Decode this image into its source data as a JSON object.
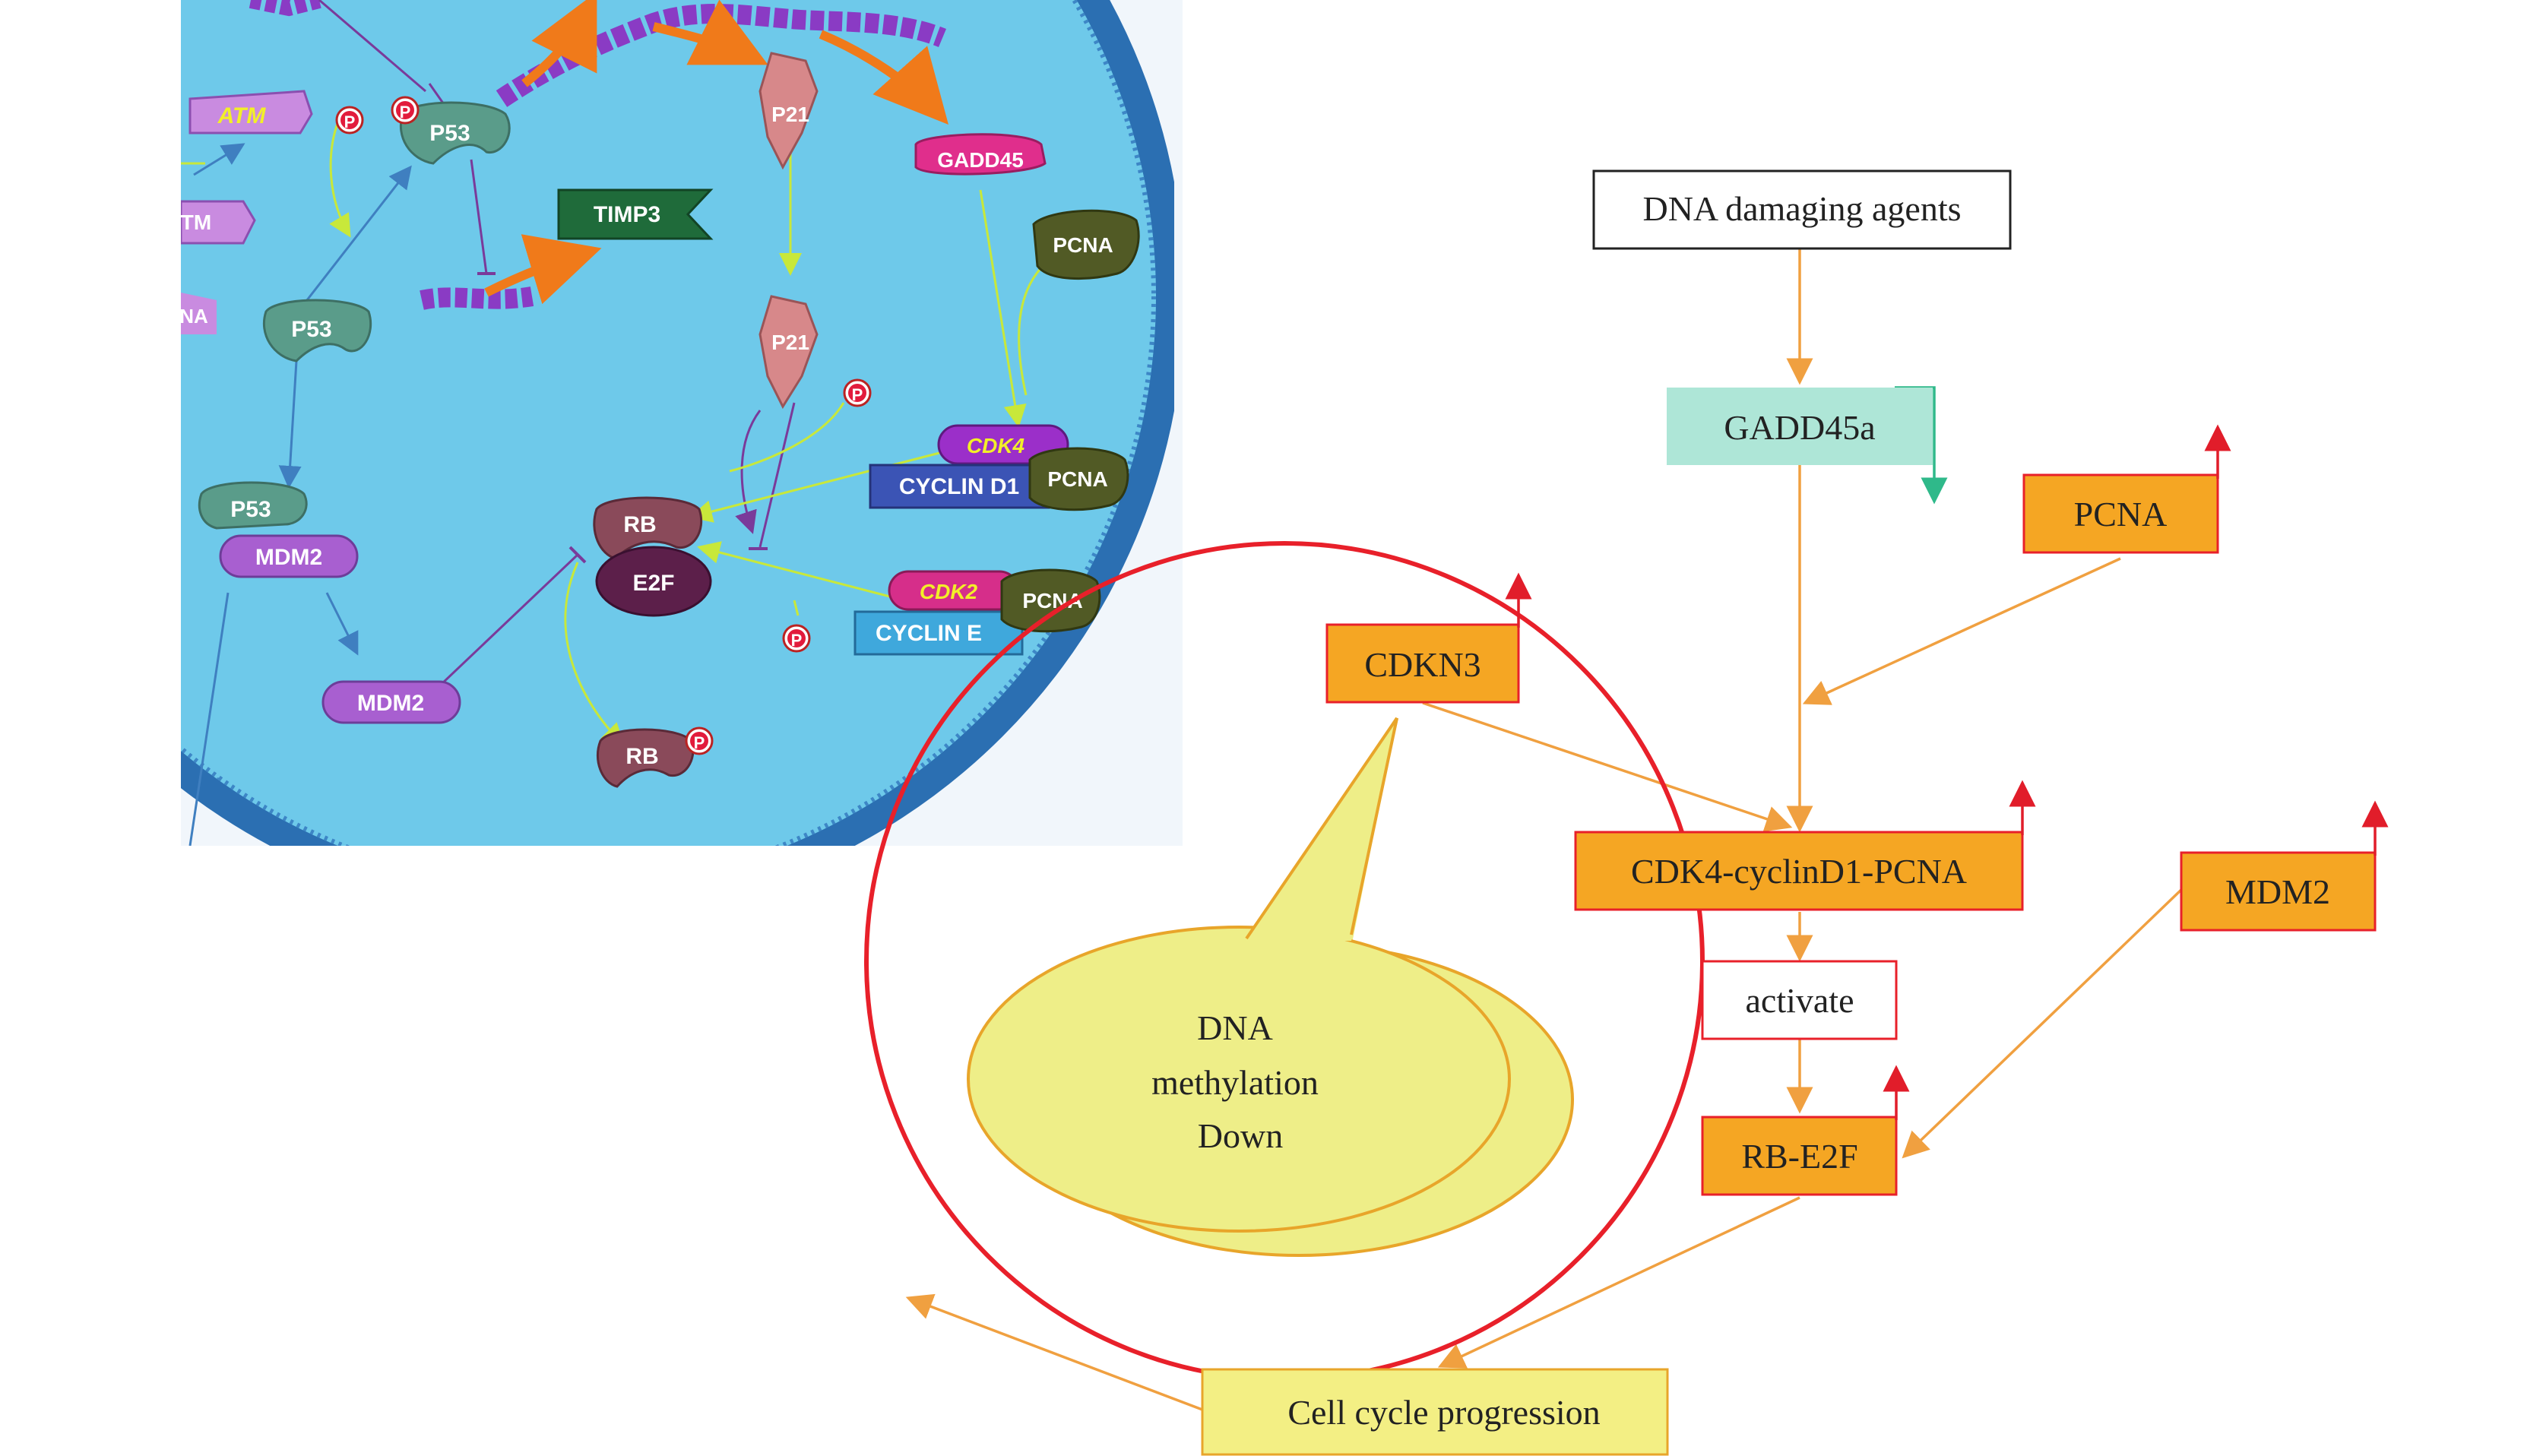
{
  "colors": {
    "cell_fill": "#6ec9ea",
    "cell_membrane": "#2b6fb2",
    "orange_box": "#f5a623",
    "red_border": "#e8202a",
    "mint_box": "#aee6d7",
    "yellow_box": "#f3ef84",
    "yellow_bubble": "#eeee88",
    "arrow_orange": "#f0a040",
    "arrow_green": "#2fb98a",
    "arrow_red": "#e11d2a"
  },
  "pathway_image": {
    "labels": {
      "atm_1": "ATM",
      "atm_2": "TM",
      "na": "NA",
      "p53_1": "P53",
      "p53_2": "P53",
      "p53_3": "P53",
      "mdm2_1": "MDM2",
      "mdm2_2": "MDM2",
      "timp3": "TIMP3",
      "p21_1": "P21",
      "p21_2": "P21",
      "gadd45": "GADD45",
      "pcna_1": "PCNA",
      "pcna_2": "PCNA",
      "pcna_3": "PCNA",
      "cdk4": "CDK4",
      "cyclin_d1": "CYCLIN D1",
      "cdk2": "CDK2",
      "cyclin_e": "CYCLIN E",
      "rb_1": "RB",
      "e2f": "E2F",
      "rb_2": "RB",
      "phospho": "P"
    }
  },
  "diagram": {
    "dna_agents": "DNA damaging agents",
    "gadd45a": "GADD45a",
    "pcna": "PCNA",
    "cdkn3": "CDKN3",
    "cdk4_complex": "CDK4-cyclinD1-PCNA",
    "mdm2": "MDM2",
    "activate": "activate",
    "rb_e2f": "RB-E2F",
    "cell_cycle": "Cell cycle progression",
    "bubble": [
      "DNA",
      "methylation",
      "Down"
    ]
  }
}
